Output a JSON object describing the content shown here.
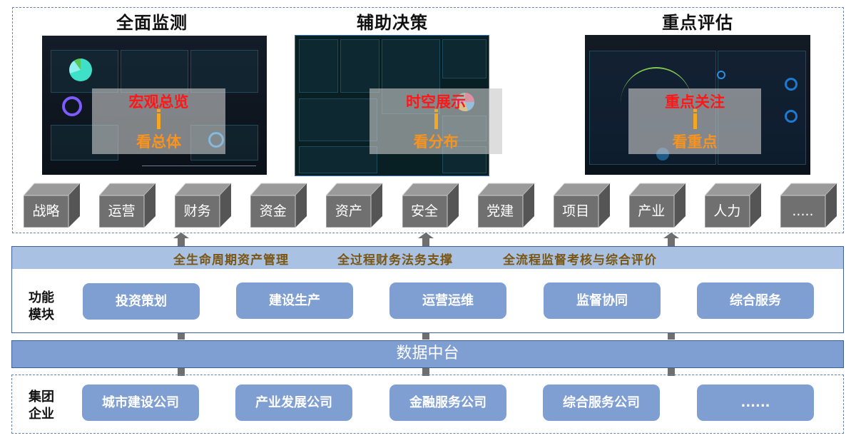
{
  "sections": [
    {
      "title": "全面监测",
      "overlay_top": "宏观总览",
      "overlay_bottom": "看总体"
    },
    {
      "title": "辅助决策",
      "overlay_top": "时空展示",
      "overlay_bottom": "看分布"
    },
    {
      "title": "重点评估",
      "overlay_top": "重点关注",
      "overlay_bottom": "看重点"
    }
  ],
  "domains": [
    "战略",
    "运营",
    "财务",
    "资金",
    "资产",
    "安全",
    "党建",
    "项目",
    "产业",
    "人力",
    "....."
  ],
  "functions": {
    "label": [
      "功能",
      "模块"
    ],
    "band": [
      "全生命周期资产管理",
      "全过程财务法务支撑",
      "全流程监督考核与综合评价"
    ],
    "modules": [
      "投资策划",
      "建设生产",
      "运营运维",
      "监督协同",
      "综合服务"
    ]
  },
  "data_platform": "数据中台",
  "group": {
    "label": [
      "集团",
      "企业"
    ],
    "companies": [
      "城市建设公司",
      "产业发展公司",
      "金融服务公司",
      "综合服务公司",
      "......"
    ]
  },
  "colors": {
    "module": "#7f9fd3",
    "band": "#a9c1e3",
    "band_text": "#7a5614",
    "cube": "#707070",
    "overlay_red": "#ff1616",
    "overlay_orange": "#f7931e"
  }
}
